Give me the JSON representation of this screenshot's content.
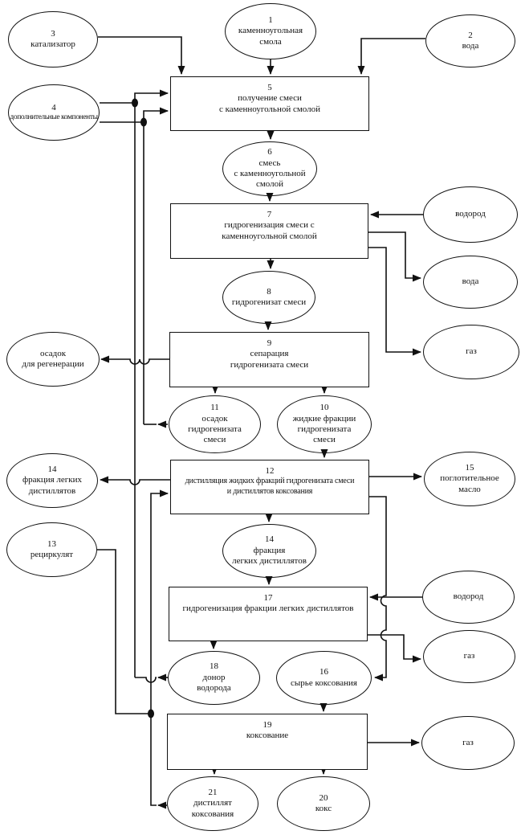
{
  "diagram": {
    "nodes": {
      "coal_tar": {
        "num": "1",
        "label": "каменноугольная\nсмола"
      },
      "water_in": {
        "num": "2",
        "label": "вода"
      },
      "catalyst": {
        "num": "3",
        "label": "катализатор"
      },
      "additives": {
        "num": "4",
        "label": "дополнительные компоненты"
      },
      "mixing": {
        "num": "5",
        "label": "получение смеси\nс каменноугольной смолой"
      },
      "mixture": {
        "num": "6",
        "label": "смесь\nс каменноугольной смолой"
      },
      "hydrogenation_mix": {
        "num": "7",
        "label": "гидрогенизация смеси с\nкаменноугольной смолой"
      },
      "hydrogen_top": {
        "label": "водород"
      },
      "water_out": {
        "label": "вода"
      },
      "hydrogenate": {
        "num": "8",
        "label": "гидрогенизат смеси"
      },
      "separation": {
        "num": "9",
        "label": "сепарация\nгидрогенизата смеси"
      },
      "gas_top": {
        "label": "газ"
      },
      "sludge_regen": {
        "label": "осадок\nдля регенерации"
      },
      "sludge_hydro": {
        "num": "11",
        "label": "осадок\nгидрогенизата\nсмеси"
      },
      "liquid_fractions": {
        "num": "10",
        "label": "жидкие фракции\nгидрогенизата\nсмеси"
      },
      "light_dist_out": {
        "num": "14",
        "label": "фракция легких\nдистиллятов"
      },
      "distillation": {
        "num": "12",
        "label": "дистилляция жидких фракций гидрогенизата смеси\nи дистиллятов коксования"
      },
      "absorber_oil": {
        "num": "15",
        "label": "поглотительное\nмасло"
      },
      "recycle": {
        "num": "13",
        "label": "рециркулят"
      },
      "light_dist_mid": {
        "num": "14",
        "label": "фракция\nлегких дистиллятов"
      },
      "hydrogenation_light": {
        "num": "17",
        "label": "гидрогенизация фракции легких дистиллятов"
      },
      "hydrogen_bottom": {
        "label": "водород"
      },
      "gas_mid": {
        "label": "газ"
      },
      "hydrogen_donor": {
        "num": "18",
        "label": "донор\nводорода"
      },
      "coking_feed": {
        "num": "16",
        "label": "сырье коксования"
      },
      "coking": {
        "num": "19",
        "label": "коксование"
      },
      "gas_bottom": {
        "label": "газ"
      },
      "coking_distillate": {
        "num": "21",
        "label": "дистиллят\nкоксования"
      },
      "coke": {
        "num": "20",
        "label": "кокс"
      }
    },
    "line_color": "#111111",
    "background": "#ffffff"
  }
}
